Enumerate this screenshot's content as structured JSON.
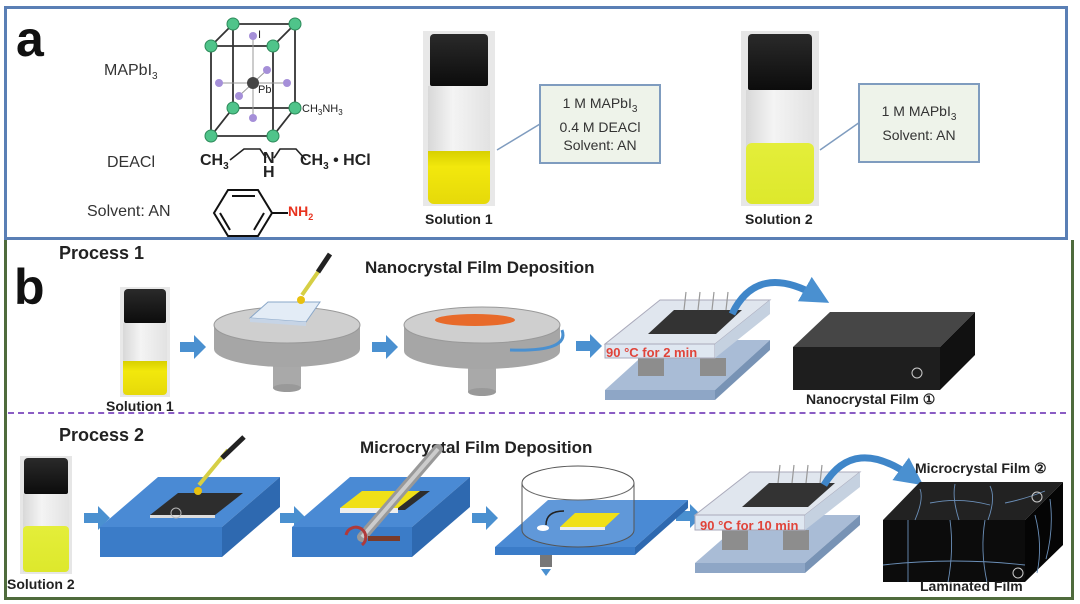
{
  "panel_a": {
    "letter": "a",
    "labels": {
      "mapbi3_main": "MAPbI",
      "mapbi3_sub": "3",
      "deacl": "DEACl",
      "solvent": "Solvent: AN"
    },
    "structure": {
      "iodide_label": "I",
      "lead_label": "Pb",
      "ma_label_main": "CH",
      "ma_label_sub1": "3",
      "ma_label_mid": "NH",
      "ma_label_sub2": "3"
    },
    "deacl_formula": {
      "left": "CH",
      "left_sub": "3",
      "n": "N",
      "h": "H",
      "right": "CH",
      "right_sub": "3",
      "salt": "• HCl"
    },
    "aniline": {
      "group": "NH",
      "group_sub": "2"
    },
    "solution1": {
      "caption": "Solution 1",
      "box_line1_main": "1 M MAPbI",
      "box_line1_sub": "3",
      "box_line2": "0.4 M DEACl",
      "box_line3": "Solvent: AN"
    },
    "solution2": {
      "caption": "Solution 2",
      "box_line1_main": "1 M MAPbI",
      "box_line1_sub": "3",
      "box_line2": "Solvent: AN"
    }
  },
  "panel_b": {
    "letter": "b",
    "process1": {
      "title": "Process 1",
      "step_title": "Nanocrystal Film Deposition",
      "vial_caption": "Solution 1",
      "anneal_label": "90 °C for 2 min",
      "result_caption": "Nanocrystal Film ①",
      "film_marker": "①"
    },
    "process2": {
      "title": "Process 2",
      "step_title": "Microcrystal Film Deposition",
      "vial_caption": "Solution 2",
      "anneal_label": "90 °C for 10 min",
      "top_caption": "Microcrystal Film ②",
      "result_caption": "Laminated Film",
      "film_marker_top": "②",
      "film_marker_bottom": "①",
      "substrate_marker": "①"
    }
  },
  "colors": {
    "panel_a_border": "#5a7fb5",
    "panel_b_border": "#4f6b3c",
    "divider": "#8a5cc4",
    "arrow": "#4a90d0",
    "stage_blue": "#4a8ad4",
    "anneal_red": "#e0443a",
    "ammonium_red": "#e8321e",
    "atom_green": "#4fc48a",
    "iodide_purple": "#a58fd8",
    "perovskite_yellow": "#f2e418",
    "orange_film": "#e86a2a"
  }
}
